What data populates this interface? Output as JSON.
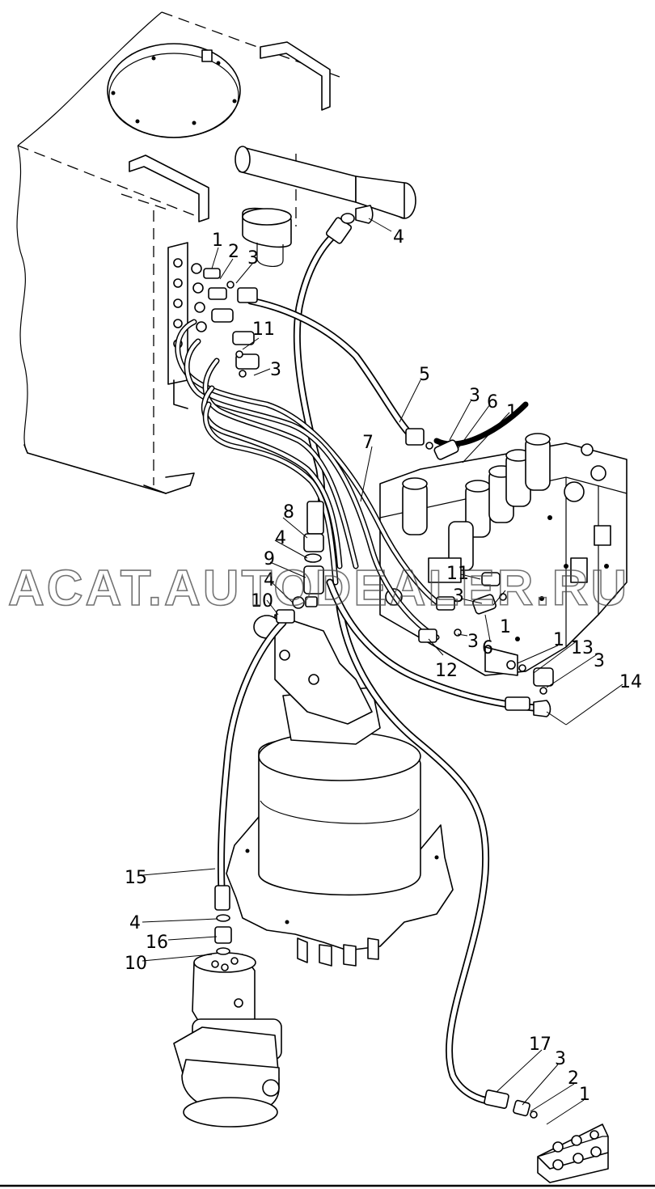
{
  "watermark": "ACAT.AUTODEALER.RU",
  "callouts": {
    "c1a": "1",
    "c2a": "2",
    "c3a": "3",
    "c4a": "4",
    "c11a": "11",
    "c3b": "3",
    "c5": "5",
    "c3c": "3",
    "c6a": "6",
    "c1b": "1",
    "c7": "7",
    "c8": "8",
    "c4b": "4",
    "c9": "9",
    "c4c": "4",
    "c10a": "10",
    "c11b": "11",
    "c3d": "3",
    "c1c": "1",
    "c3e": "3",
    "c6b": "6",
    "c12": "12",
    "c1d": "1",
    "c13": "13",
    "c3f": "3",
    "c14": "14",
    "c15": "15",
    "c4d": "4",
    "c16": "16",
    "c10b": "10",
    "c17": "17",
    "c3g": "3",
    "c2b": "2",
    "c1e": "1"
  }
}
